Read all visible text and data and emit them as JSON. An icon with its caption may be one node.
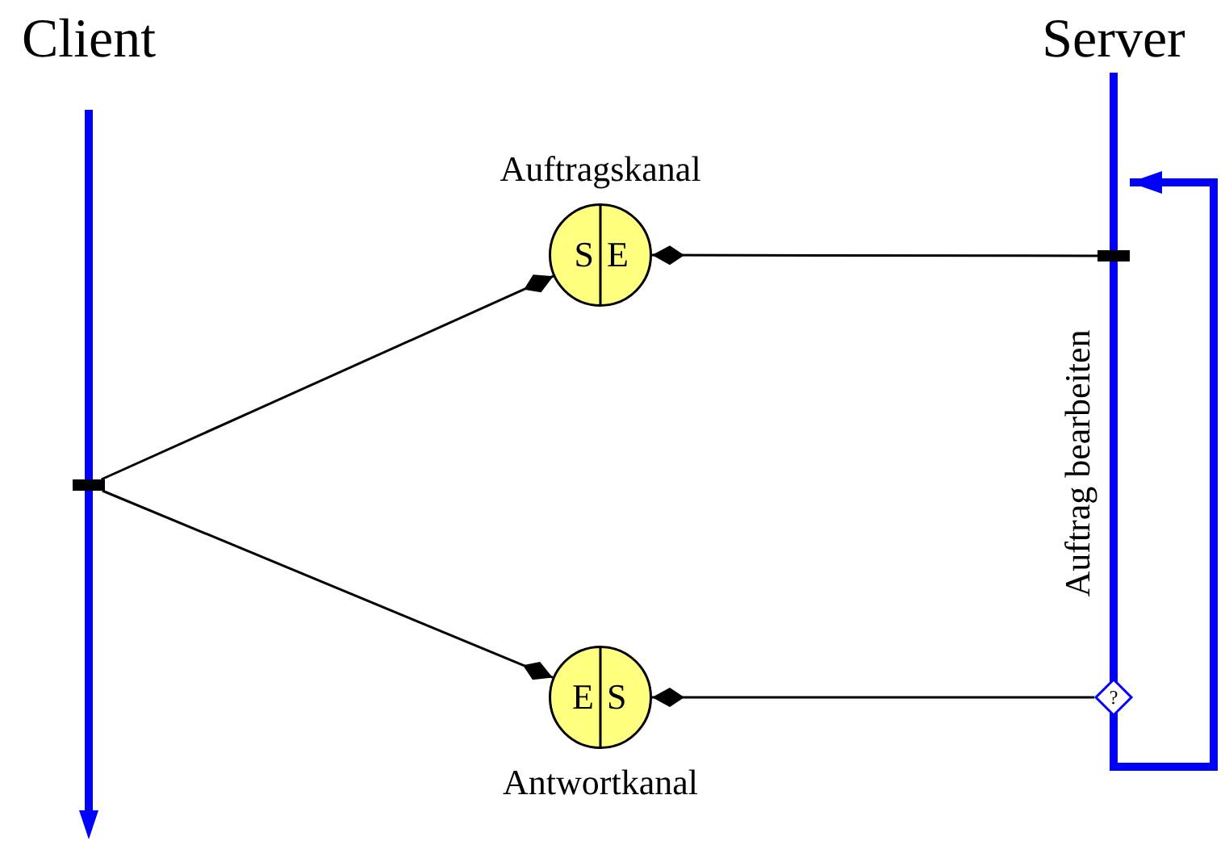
{
  "diagram": {
    "nodes": [
      {
        "text": [],
        "shape": "line",
        "beside": [
          "Client"
        ]
      },
      {
        "text": [],
        "shape": "line",
        "beside": [
          "Server"
        ]
      },
      {
        "text": [
          "S",
          "E"
        ],
        "beside": [
          "Auftragskanal"
        ]
      },
      {
        "text": [
          "E",
          "S"
        ],
        "beside": [
          "Antwortkanal"
        ]
      },
      {
        "text": [
          "?"
        ]
      },
      {
        "text": [],
        "shape": "bar"
      },
      {
        "text": [],
        "shape": "bar"
      }
    ],
    "edges": [
      {
        "from": 5,
        "to": 2,
        "arrow": "other"
      },
      {
        "from": 6,
        "to": 2,
        "arrow": "other"
      },
      {
        "from": 5,
        "to": 3,
        "arrow": "other"
      },
      {
        "from": 4,
        "to": 3,
        "arrow": "other"
      },
      {
        "from": 4,
        "to": 1,
        "arrow": "to",
        "style": "thick",
        "color": "#0000ff"
      }
    ],
    "labels": [
      "Auftrag bearbeiten"
    ]
  }
}
